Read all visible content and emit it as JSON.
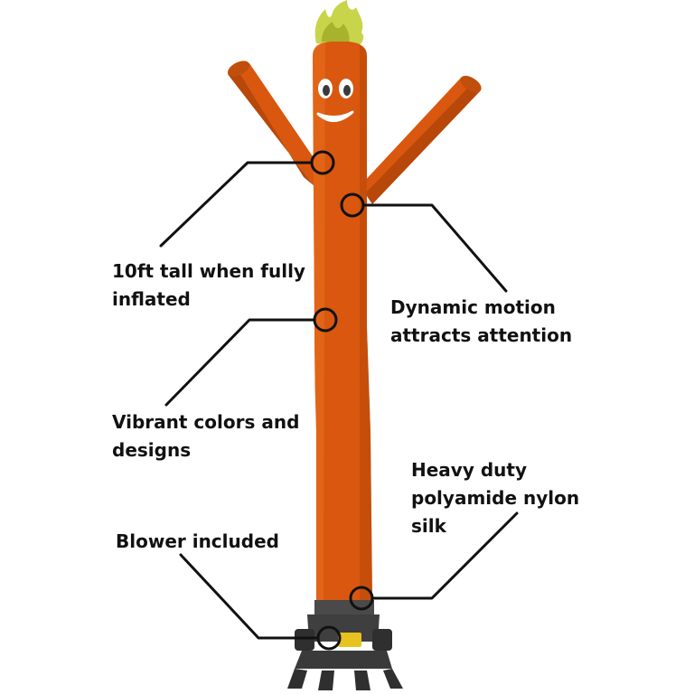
{
  "colors": {
    "tube": "#D9570E",
    "tube_shadow": "#B8470A",
    "tube_highlight": "#E8701F",
    "flame": "#C8D44A",
    "flame_shadow": "#A9B22C",
    "base": "#4A4A4A",
    "base_dark": "#2F2F2F",
    "label_badge": "#E8C21E",
    "line": "#111111",
    "text": "#111111"
  },
  "callouts": {
    "tall": [
      "10ft tall when fully",
      "inflated"
    ],
    "motion": [
      "Dynamic motion",
      "attracts attention"
    ],
    "colors": [
      "Vibrant colors and",
      "designs"
    ],
    "nylon": [
      "Heavy duty",
      "polyamide nylon",
      "silk"
    ],
    "blower": [
      "Blower included"
    ]
  }
}
